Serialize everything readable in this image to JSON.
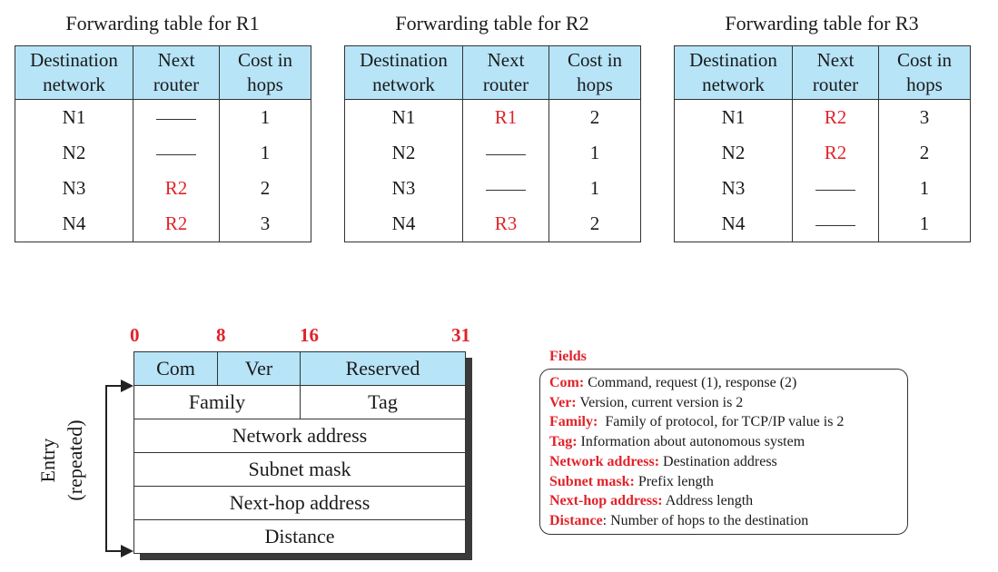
{
  "tables": [
    {
      "title": "Forwarding table for R1",
      "headers": [
        "Destination network",
        "Next router",
        "Cost in hops"
      ],
      "rows": [
        {
          "dest": "N1",
          "next": "",
          "cost": "1"
        },
        {
          "dest": "N2",
          "next": "",
          "cost": "1"
        },
        {
          "dest": "N3",
          "next": "R2",
          "cost": "2"
        },
        {
          "dest": "N4",
          "next": "R2",
          "cost": "3"
        }
      ]
    },
    {
      "title": "Forwarding table for R2",
      "headers": [
        "Destination network",
        "Next router",
        "Cost in hops"
      ],
      "rows": [
        {
          "dest": "N1",
          "next": "R1",
          "cost": "2"
        },
        {
          "dest": "N2",
          "next": "",
          "cost": "1"
        },
        {
          "dest": "N3",
          "next": "",
          "cost": "1"
        },
        {
          "dest": "N4",
          "next": "R3",
          "cost": "2"
        }
      ]
    },
    {
      "title": "Forwarding table for R3",
      "headers": [
        "Destination network",
        "Next router",
        "Cost in hops"
      ],
      "rows": [
        {
          "dest": "N1",
          "next": "R2",
          "cost": "3"
        },
        {
          "dest": "N2",
          "next": "R2",
          "cost": "2"
        },
        {
          "dest": "N3",
          "next": "",
          "cost": "1"
        },
        {
          "dest": "N4",
          "next": "",
          "cost": "1"
        }
      ]
    }
  ],
  "format": {
    "bit_numbers": [
      "0",
      "8",
      "16",
      "31"
    ],
    "header_fields": [
      "Com",
      "Ver",
      "Reserved"
    ],
    "family": "Family",
    "tag": "Tag",
    "network_address": "Network address",
    "subnet_mask": "Subnet mask",
    "next_hop": "Next-hop address",
    "distance": "Distance",
    "entry_label_line1": "Entry",
    "entry_label_line2": "(repeated)"
  },
  "fields": {
    "title": "Fields",
    "items": [
      {
        "key": "Com:",
        "desc": " Command, request (1), response (2)"
      },
      {
        "key": "Ver:",
        "desc": " Version, current version is 2"
      },
      {
        "key": "Family:",
        "desc": "  Family of protocol, for TCP/IP value is 2"
      },
      {
        "key": "Tag:",
        "desc": " Information about autonomous system"
      },
      {
        "key": "Network address:",
        "desc": " Destination address"
      },
      {
        "key": "Subnet mask:",
        "desc": " Prefix length"
      },
      {
        "key": "Next-hop address:",
        "desc": " Address length"
      },
      {
        "key": "Distance",
        "desc": ": Number of hops to the destination"
      }
    ]
  },
  "colors": {
    "accent_red": "#e0242a",
    "header_blue": "#b7e4f7"
  }
}
